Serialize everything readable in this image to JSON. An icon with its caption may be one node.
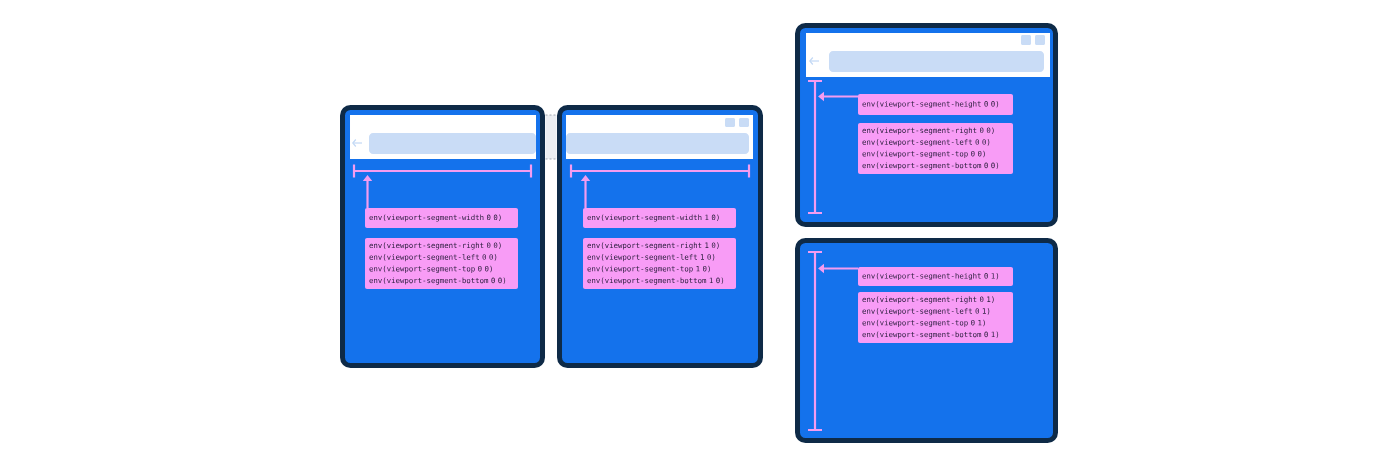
{
  "diagram": {
    "nodes": [
      {
        "text": [],
        "shape": "box"
      },
      {
        "text": [
          "env(viewport-segment-width 0 0)"
        ],
        "in": 0
      },
      {
        "text": [
          "env(viewport-segment-right 0 0)",
          "env(viewport-segment-left 0 0)",
          "env(viewport-segment-top 0 0)",
          "env(viewport-segment-bottom 0 0)"
        ],
        "in": 0
      },
      {
        "text": [],
        "shape": "box"
      },
      {
        "text": [
          "env(viewport-segment-width 1 0)"
        ],
        "in": 3
      },
      {
        "text": [
          "env(viewport-segment-right 1 0)",
          "env(viewport-segment-left 1 0)",
          "env(viewport-segment-top 1 0)",
          "env(viewport-segment-bottom 1 0)"
        ],
        "in": 3
      },
      {
        "text": [],
        "shape": "box"
      },
      {
        "text": [
          "env(viewport-segment-height 0 0)"
        ],
        "in": 6
      },
      {
        "text": [
          "env(viewport-segment-right 0 0)",
          "env(viewport-segment-left 0 0)",
          "env(viewport-segment-top 0 0)",
          "env(viewport-segment-bottom 0 0)"
        ],
        "in": 6
      },
      {
        "text": [],
        "shape": "box"
      },
      {
        "text": [
          "env(viewport-segment-height 0 1)"
        ],
        "in": 9
      },
      {
        "text": [
          "env(viewport-segment-right 0 1)",
          "env(viewport-segment-left 0 1)",
          "env(viewport-segment-top 0 1)",
          "env(viewport-segment-bottom 0 1)"
        ],
        "in": 9
      }
    ],
    "edges": [
      {
        "from": 1,
        "to": null,
        "arrow": "to"
      },
      {
        "from": 4,
        "to": null,
        "arrow": "to"
      },
      {
        "from": 7,
        "to": null,
        "arrow": "to"
      },
      {
        "from": 10,
        "to": null,
        "arrow": "to"
      }
    ]
  }
}
